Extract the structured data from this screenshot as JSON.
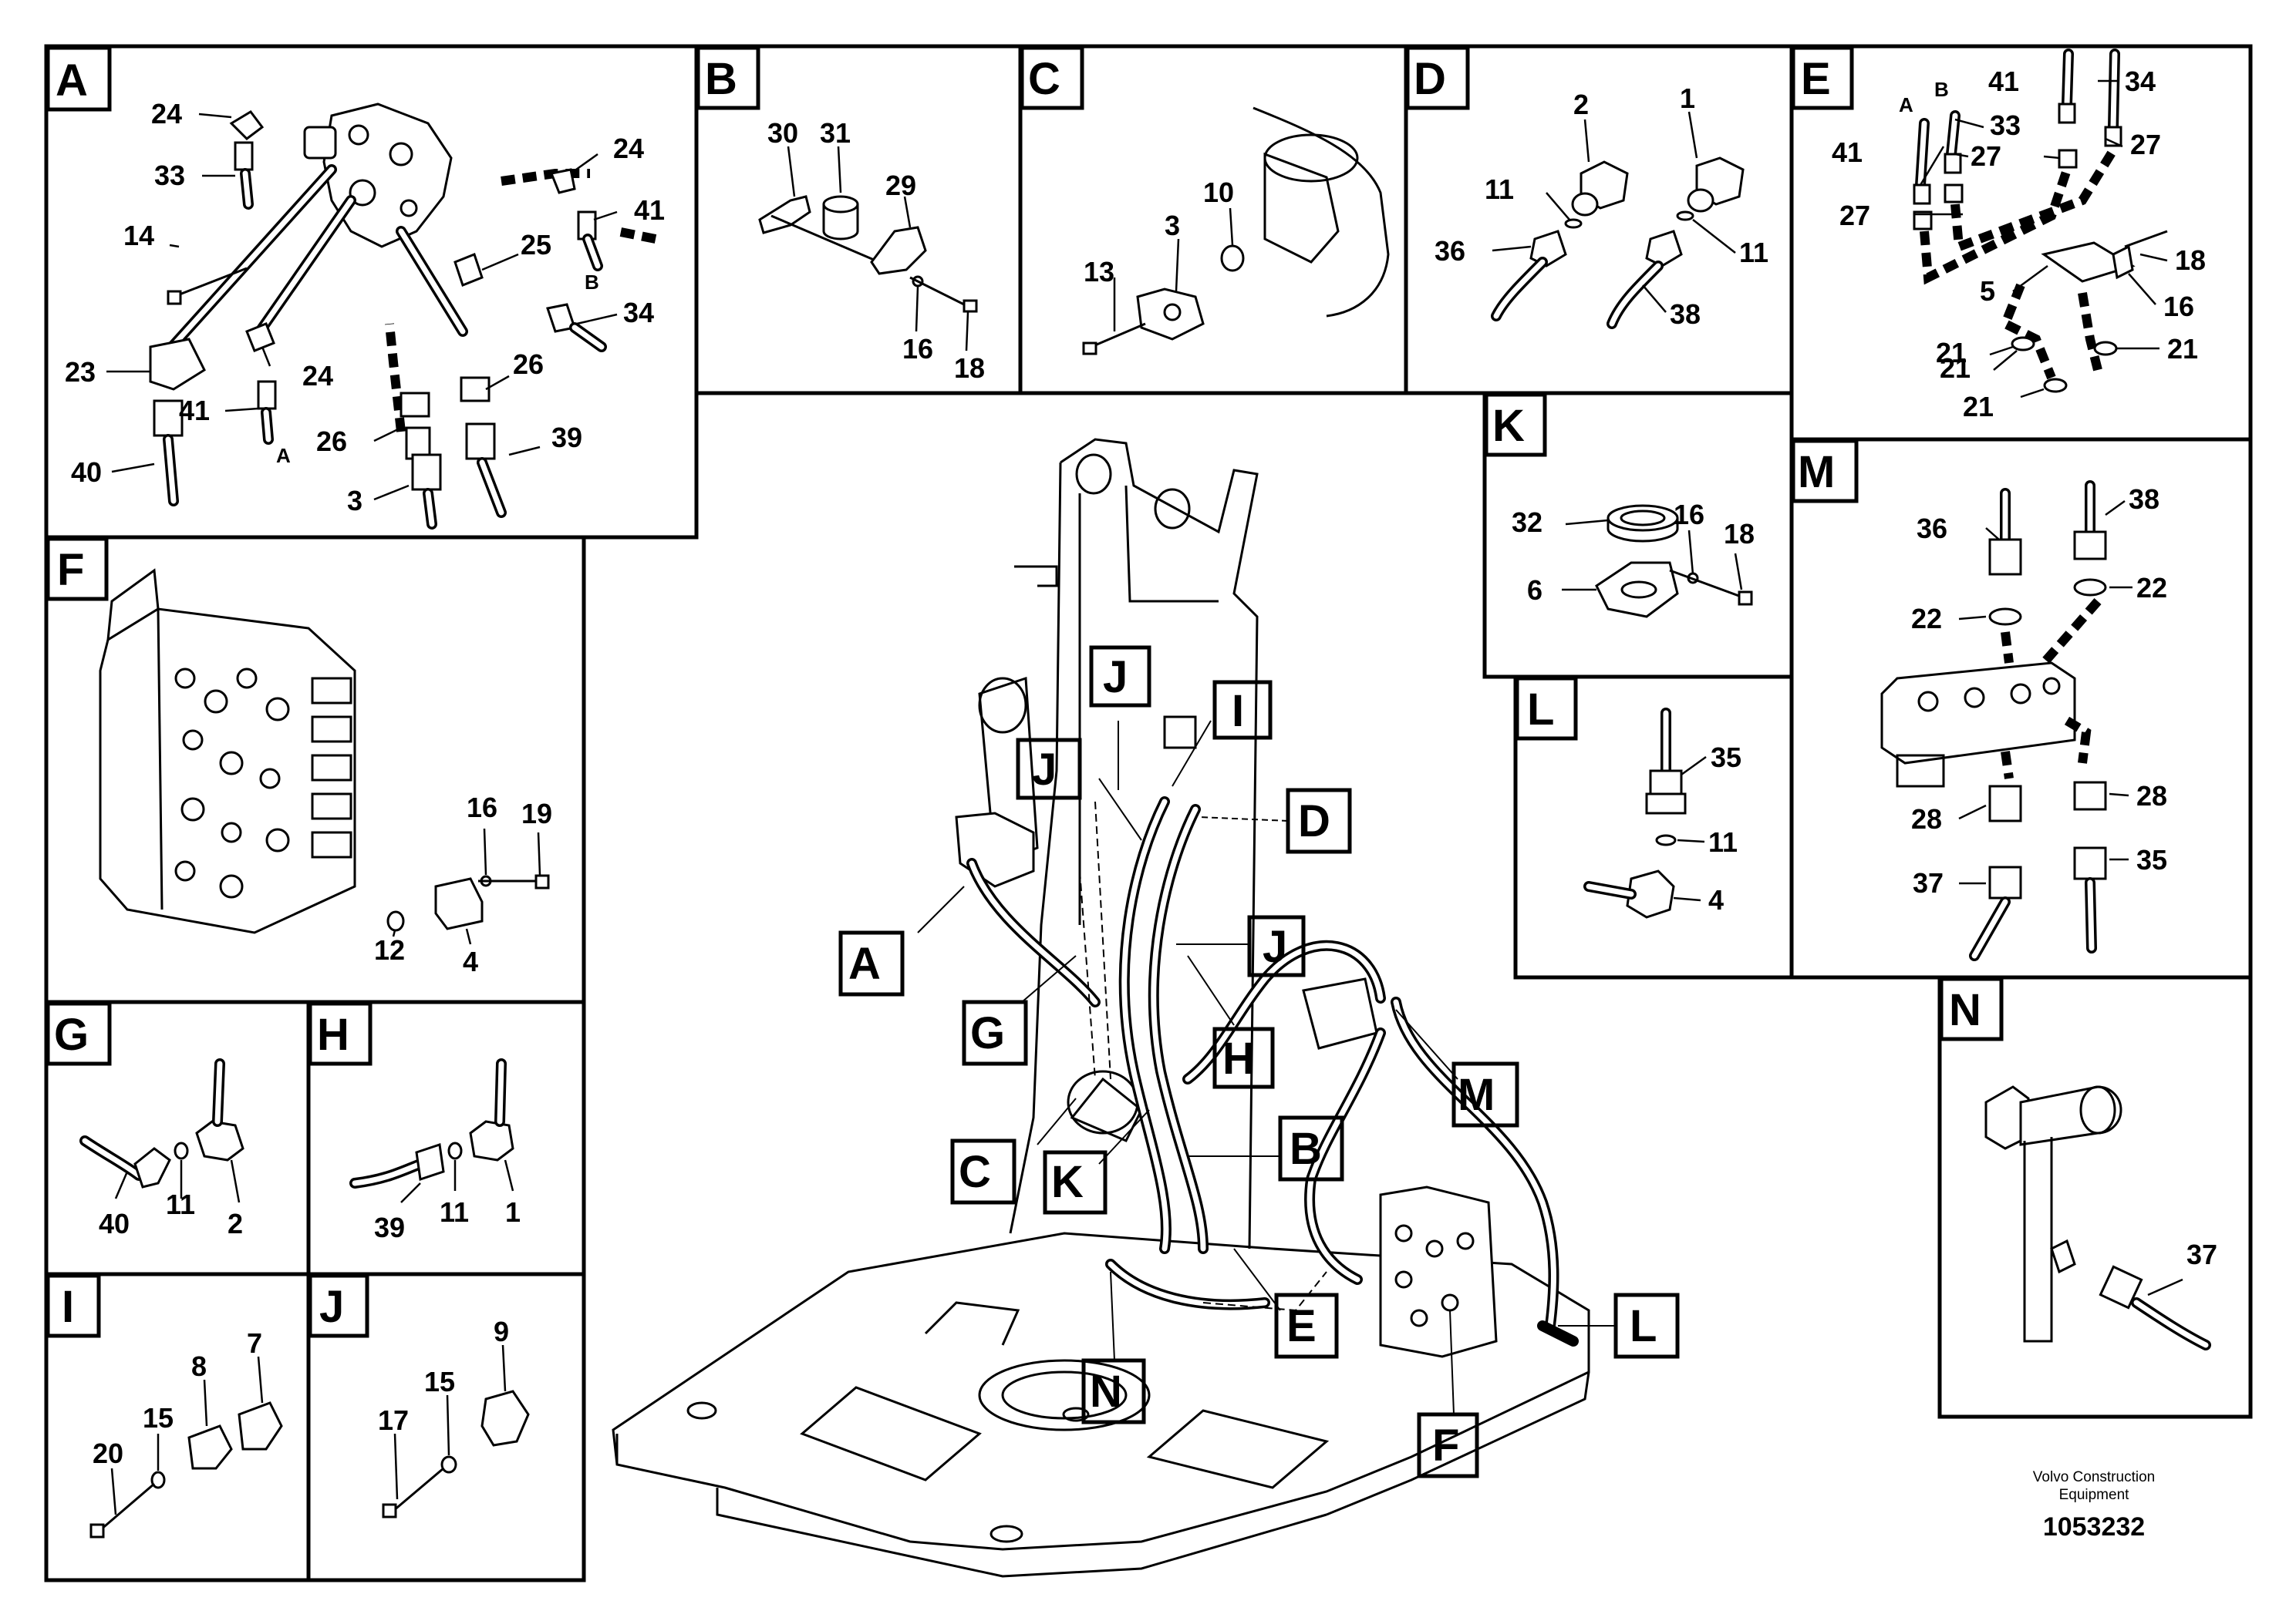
{
  "panels": {
    "A": {
      "letter": "A",
      "callouts": [
        "24",
        "33",
        "14",
        "23",
        "41",
        "40",
        "24",
        "26",
        "3",
        "26",
        "39",
        "25",
        "24",
        "41",
        "34"
      ],
      "port_a": "A",
      "port_b": "B"
    },
    "B": {
      "letter": "B",
      "callouts": [
        "30",
        "31",
        "29",
        "16",
        "18"
      ]
    },
    "C": {
      "letter": "C",
      "callouts": [
        "10",
        "3",
        "13"
      ]
    },
    "D": {
      "letter": "D",
      "callouts": [
        "2",
        "1",
        "11",
        "36",
        "11",
        "38"
      ]
    },
    "E": {
      "letter": "E",
      "callouts": [
        "41",
        "34",
        "33",
        "27",
        "41",
        "27",
        "27",
        "18",
        "5",
        "16",
        "21",
        "21",
        "21",
        "21"
      ],
      "port_a": "A",
      "port_b": "B"
    },
    "F": {
      "letter": "F",
      "callouts": [
        "16",
        "19",
        "12",
        "4"
      ]
    },
    "G": {
      "letter": "G",
      "callouts": [
        "2",
        "11",
        "40"
      ]
    },
    "H": {
      "letter": "H",
      "callouts": [
        "1",
        "11",
        "39"
      ]
    },
    "I": {
      "letter": "I",
      "callouts": [
        "7",
        "8",
        "15",
        "20"
      ]
    },
    "J": {
      "letter": "J",
      "callouts": [
        "9",
        "15",
        "17"
      ]
    },
    "K": {
      "letter": "K",
      "callouts": [
        "32",
        "16",
        "18",
        "6"
      ]
    },
    "L": {
      "letter": "L",
      "callouts": [
        "35",
        "11",
        "4"
      ]
    },
    "M": {
      "letter": "M",
      "callouts": [
        "36",
        "38",
        "22",
        "22",
        "28",
        "28",
        "37",
        "35"
      ]
    },
    "N": {
      "letter": "N",
      "callouts": [
        "37"
      ]
    }
  },
  "overview_tags": [
    "J",
    "I",
    "J",
    "D",
    "J",
    "A",
    "G",
    "H",
    "M",
    "C",
    "K",
    "B",
    "E",
    "L",
    "N",
    "F"
  ],
  "footer": {
    "brand_line1": "Volvo Construction",
    "brand_line2": "Equipment",
    "doc_number": "1053232"
  }
}
